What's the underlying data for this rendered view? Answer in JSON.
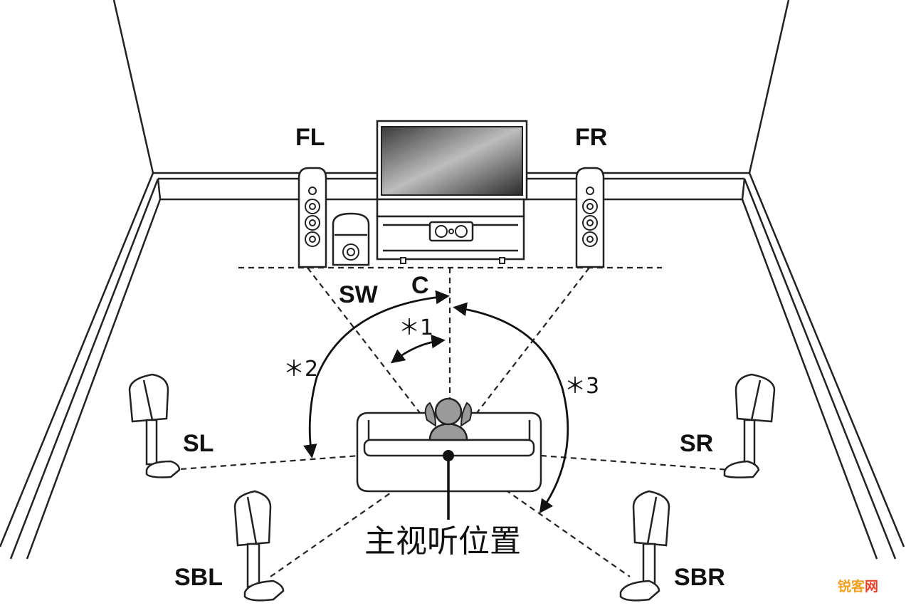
{
  "speakers": {
    "fl": "FL",
    "fr": "FR",
    "sw": "SW",
    "c": "C",
    "sl": "SL",
    "sr": "SR",
    "sbl": "SBL",
    "sbr": "SBR"
  },
  "notes": {
    "n1": "＊1",
    "n2": "＊2",
    "n3": "＊3"
  },
  "listening_position": "主视听位置",
  "watermark": {
    "part1": "锐客",
    "part2": "网"
  }
}
